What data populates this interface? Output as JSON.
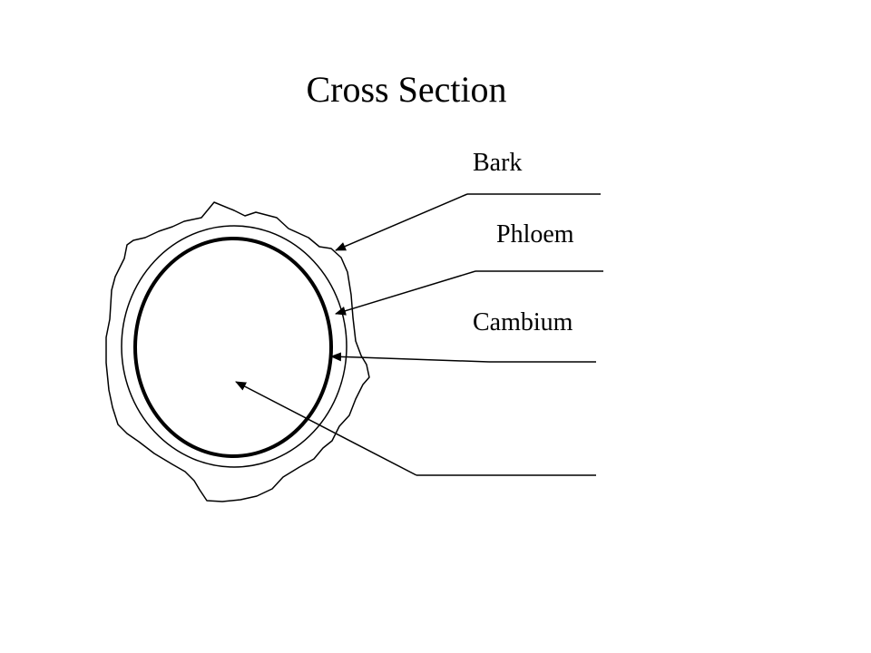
{
  "title": "Cross Section",
  "labels": {
    "bark": "Bark",
    "phloem": "Phloem",
    "cambium": "Cambium",
    "blank": ""
  },
  "colors": {
    "ink": "#000000",
    "background": "#ffffff"
  }
}
